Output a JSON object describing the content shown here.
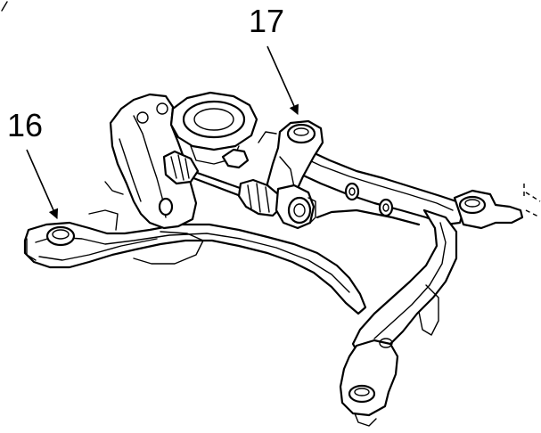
{
  "callouts": [
    {
      "id": "callout-16",
      "number": "16"
    },
    {
      "id": "callout-17",
      "number": "17"
    }
  ],
  "colors": {
    "line": "#000000",
    "background": "#ffffff"
  }
}
